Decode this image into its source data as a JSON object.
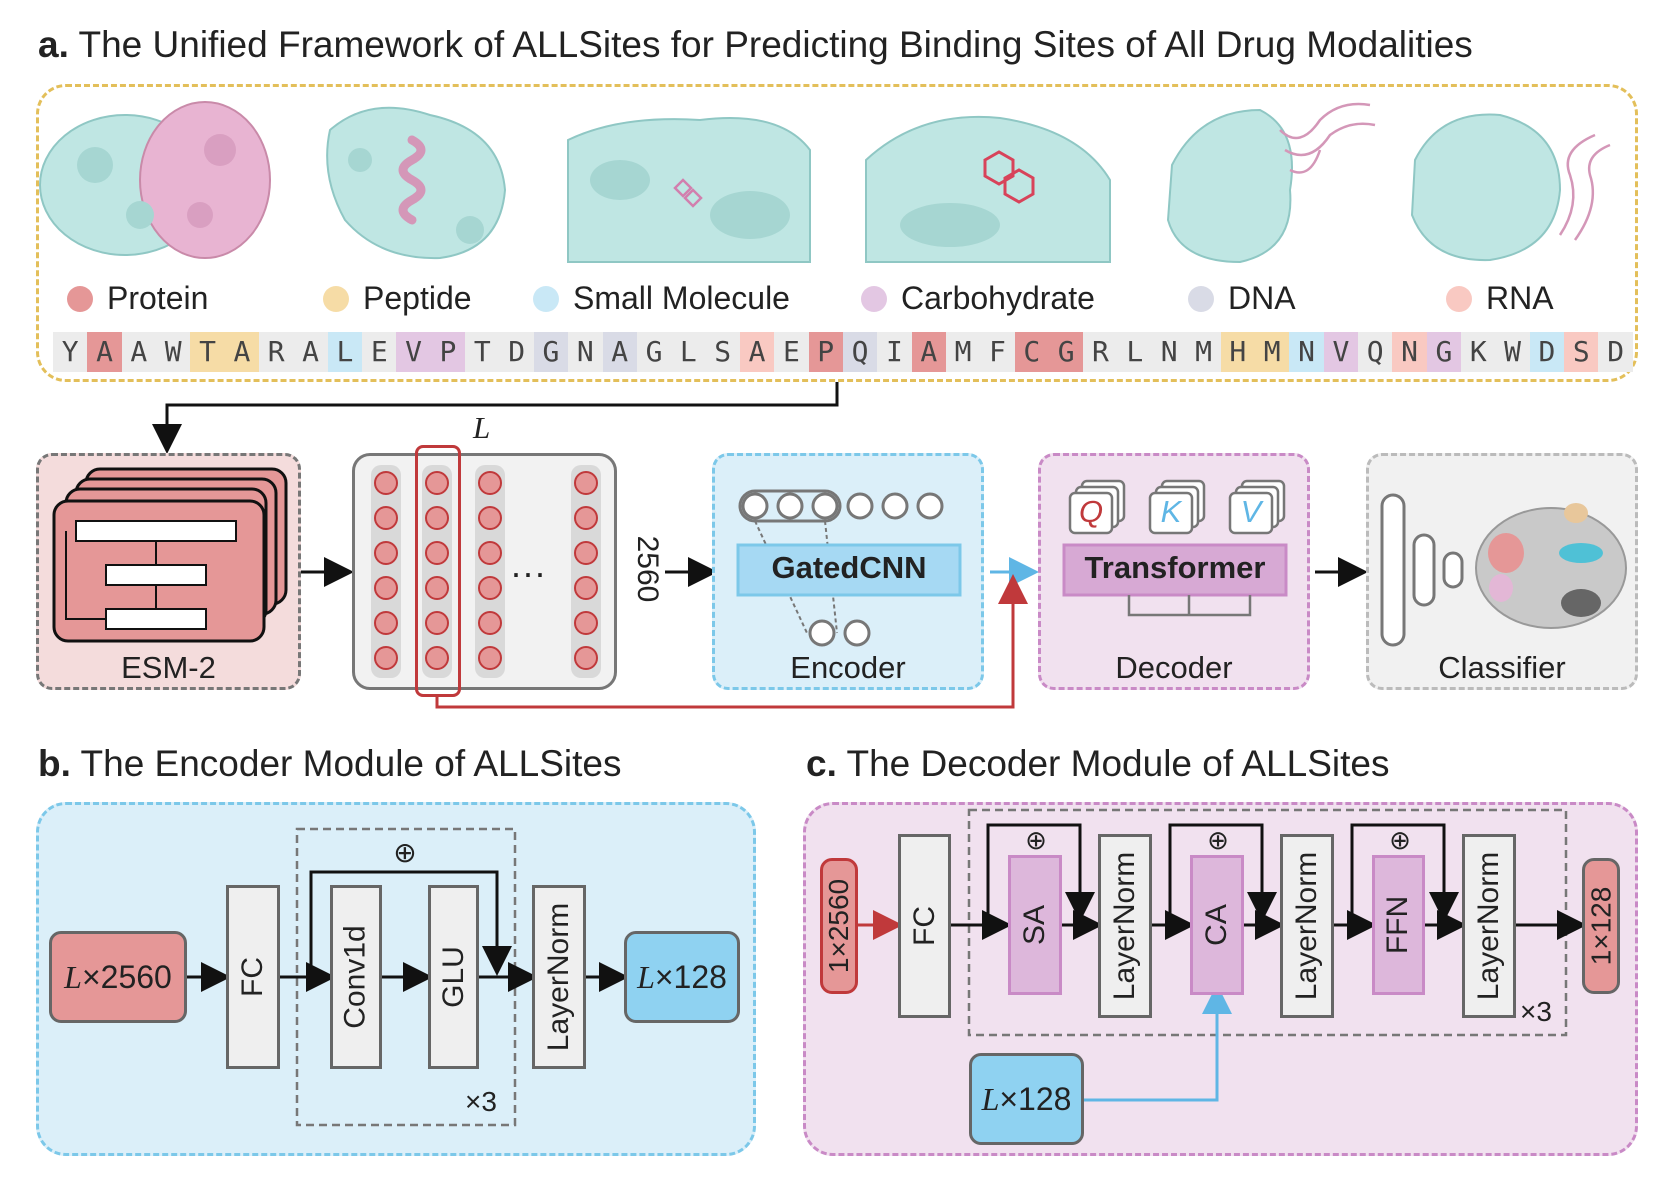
{
  "panel_a": {
    "letter": "a.",
    "title": "The Unified Framework of ALLSites for Predicting Binding Sites of All Drug Modalities",
    "legend": [
      {
        "label": "Protein",
        "color": "#e59797"
      },
      {
        "label": "Peptide",
        "color": "#f6dca6"
      },
      {
        "label": "Small Molecule",
        "color": "#c9e8f6"
      },
      {
        "label": "Carbohydrate",
        "color": "#e3c7e3"
      },
      {
        "label": "DNA",
        "color": "#d9dbe6"
      },
      {
        "label": "RNA",
        "color": "#f9c9c2"
      }
    ],
    "sequence": [
      "Y",
      "A",
      "A",
      "W",
      "T",
      "A",
      "R",
      "A",
      "L",
      "E",
      "V",
      "P",
      "T",
      "D",
      "G",
      "N",
      "A",
      "G",
      "L",
      "S",
      "A",
      "E",
      "P",
      "Q",
      "I",
      "A",
      "M",
      "F",
      "C",
      "G",
      "R",
      "L",
      "N",
      "M",
      "H",
      "M",
      "N",
      "V",
      "Q",
      "N",
      "G",
      "K",
      "W",
      "D",
      "S",
      "D"
    ],
    "sequence_highlights": [
      "",
      "#e59797",
      "",
      "",
      "#f6dca6",
      "#f6dca6",
      "",
      "",
      "#c9e8f6",
      "",
      "#e3c7e3",
      "#e3c7e3",
      "",
      "",
      "#d9dbe6",
      "",
      "#d9dbe6",
      "",
      "",
      "",
      "#f9c9c2",
      "",
      "#e59797",
      "#d9dbe6",
      "",
      "#e59797",
      "",
      "",
      "#e59797",
      "#e59797",
      "",
      "",
      "",
      "",
      "#f6dca6",
      "#f6dca6",
      "#c9e8f6",
      "#e3c7e3",
      "",
      "#f9c9c2",
      "#e3c7e3",
      "",
      "",
      "#c9e8f6",
      "#f9c9c2",
      ""
    ],
    "esm_label": "ESM-2",
    "L_label": "L",
    "dim_label": "2560",
    "ellipsis": "···",
    "gatedcnn_label": "GatedCNN",
    "encoder_label": "Encoder",
    "q_label": "Q",
    "k_label": "K",
    "v_label": "V",
    "transformer_label": "Transformer",
    "decoder_label": "Decoder",
    "classifier_label": "Classifier"
  },
  "panel_b": {
    "letter": "b.",
    "title": "The Encoder Module of ALLSites",
    "input_var": "L",
    "input_dim": "×2560",
    "fc": "FC",
    "conv": "Conv1d",
    "glu": "GLU",
    "layernorm": "LayerNorm",
    "output_var": "L",
    "output_dim": "×128",
    "plus": "⊕",
    "repeat": "×3"
  },
  "panel_c": {
    "letter": "c.",
    "title": "The Decoder Module of ALLSites",
    "input": "1×2560",
    "fc": "FC",
    "sa": "SA",
    "ca": "CA",
    "ffn": "FFN",
    "layernorm": "LayerNorm",
    "output": "1×128",
    "memory_var": "L",
    "memory_dim": "×128",
    "plus": "⊕",
    "repeat": "×3"
  }
}
